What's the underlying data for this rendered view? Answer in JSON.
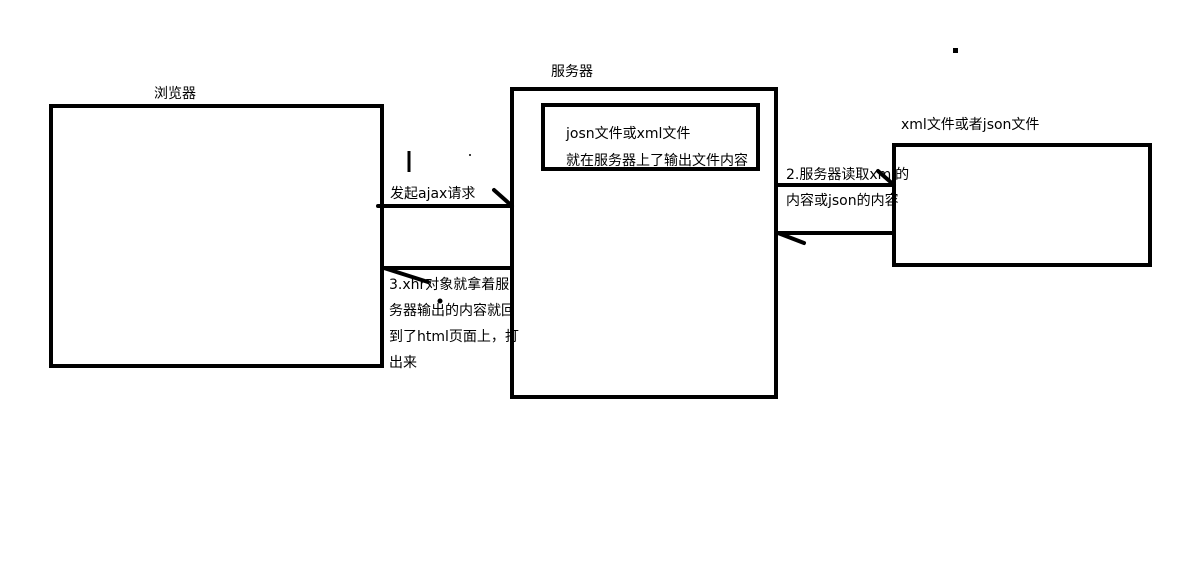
{
  "browser": {
    "label": "浏览器"
  },
  "server": {
    "label": "服务器",
    "inner_line1": "josn文件或xml文件",
    "inner_line2": "就在服务器上了输出文件内容"
  },
  "file": {
    "label": "xml文件或者json文件"
  },
  "arrows": {
    "request": "发起ajax请求",
    "read_line1": "2.服务器读取xml的",
    "read_line2": "内容或json的内容",
    "response_line1": "3.xhr对象就拿着服",
    "response_line2": "务器输出的内容就回",
    "response_line3": "到了html页面上，打",
    "response_line4": "出来"
  }
}
